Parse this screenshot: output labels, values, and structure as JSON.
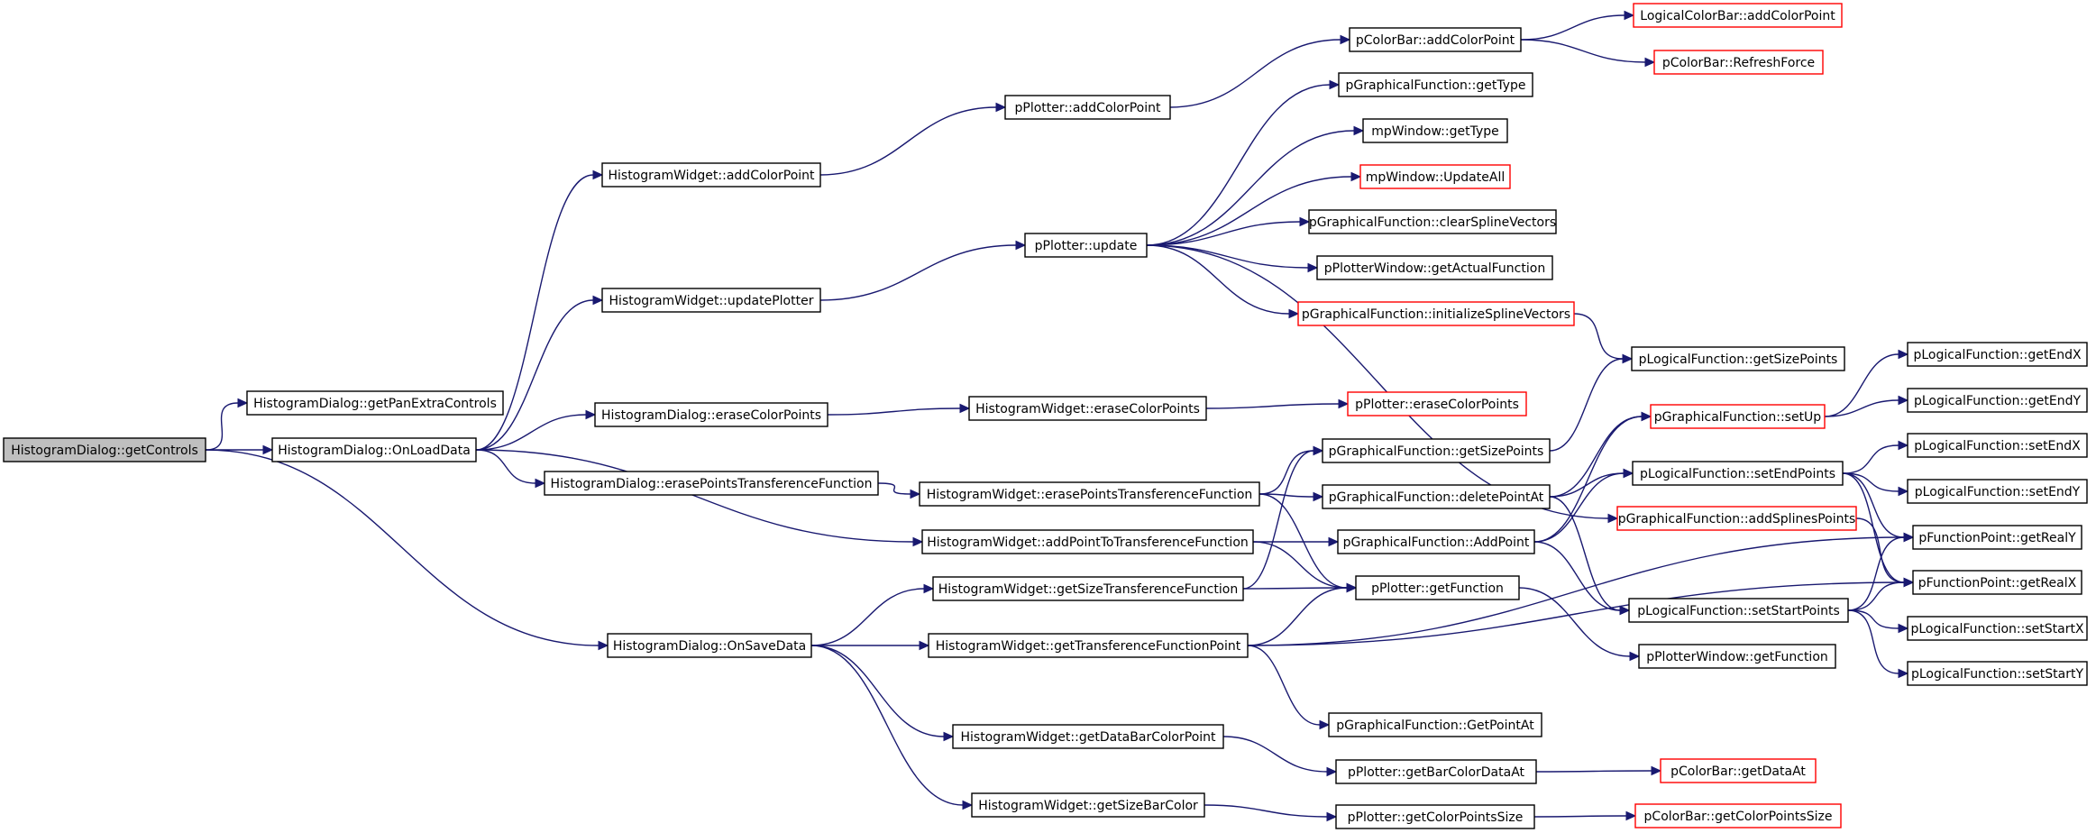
{
  "colors": {
    "edge": "#191970",
    "root_fill": "#bfbfbf",
    "normal_border": "#000000",
    "external_border": "#ff0000",
    "background": "#ffffff"
  },
  "graph": {
    "nodes": [
      {
        "id": "getControls",
        "label": "HistogramDialog::getControls",
        "kind": "root"
      },
      {
        "id": "getPanExtraControls",
        "label": "HistogramDialog::getPanExtraControls",
        "kind": "normal"
      },
      {
        "id": "OnLoadData",
        "label": "HistogramDialog::OnLoadData",
        "kind": "normal"
      },
      {
        "id": "OnSaveData",
        "label": "HistogramDialog::OnSaveData",
        "kind": "normal"
      },
      {
        "id": "hw_addColorPoint",
        "label": "HistogramWidget::addColorPoint",
        "kind": "normal"
      },
      {
        "id": "hw_updatePlotter",
        "label": "HistogramWidget::updatePlotter",
        "kind": "normal"
      },
      {
        "id": "hd_eraseColorPoints",
        "label": "HistogramDialog::eraseColorPoints",
        "kind": "normal"
      },
      {
        "id": "hd_erasePointsTF",
        "label": "HistogramDialog::erasePointsTransferenceFunction",
        "kind": "normal"
      },
      {
        "id": "pp_addColorPoint",
        "label": "pPlotter::addColorPoint",
        "kind": "normal"
      },
      {
        "id": "pp_update",
        "label": "pPlotter::update",
        "kind": "normal"
      },
      {
        "id": "hw_eraseColorPoints",
        "label": "HistogramWidget::eraseColorPoints",
        "kind": "normal"
      },
      {
        "id": "hw_erasePointsTF",
        "label": "HistogramWidget::erasePointsTransferenceFunction",
        "kind": "normal"
      },
      {
        "id": "hw_addPointToTF",
        "label": "HistogramWidget::addPointToTransferenceFunction",
        "kind": "normal"
      },
      {
        "id": "hw_getSizeTF",
        "label": "HistogramWidget::getSizeTransferenceFunction",
        "kind": "normal"
      },
      {
        "id": "hw_getTFPoint",
        "label": "HistogramWidget::getTransferenceFunctionPoint",
        "kind": "normal"
      },
      {
        "id": "hw_getDataBarColorPoint",
        "label": "HistogramWidget::getDataBarColorPoint",
        "kind": "normal"
      },
      {
        "id": "hw_getSizeBarColor",
        "label": "HistogramWidget::getSizeBarColor",
        "kind": "normal"
      },
      {
        "id": "pcb_addColorPoint",
        "label": "pColorBar::addColorPoint",
        "kind": "normal"
      },
      {
        "id": "pgf_getType",
        "label": "pGraphicalFunction::getType",
        "kind": "normal"
      },
      {
        "id": "mpw_getType",
        "label": "mpWindow::getType",
        "kind": "normal"
      },
      {
        "id": "mpw_UpdateAll",
        "label": "mpWindow::UpdateAll",
        "kind": "external"
      },
      {
        "id": "pgf_clearSpline",
        "label": "pGraphicalFunction::clearSplineVectors",
        "kind": "normal"
      },
      {
        "id": "ppw_getActualFunction",
        "label": "pPlotterWindow::getActualFunction",
        "kind": "normal"
      },
      {
        "id": "pgf_initSpline",
        "label": "pGraphicalFunction::initializeSplineVectors",
        "kind": "external"
      },
      {
        "id": "pp_eraseColorPoints",
        "label": "pPlotter::eraseColorPoints",
        "kind": "external"
      },
      {
        "id": "pgf_getSizePoints",
        "label": "pGraphicalFunction::getSizePoints",
        "kind": "normal"
      },
      {
        "id": "pgf_deletePointAt",
        "label": "pGraphicalFunction::deletePointAt",
        "kind": "normal"
      },
      {
        "id": "pgf_AddPoint",
        "label": "pGraphicalFunction::AddPoint",
        "kind": "normal"
      },
      {
        "id": "pp_getFunction",
        "label": "pPlotter::getFunction",
        "kind": "normal"
      },
      {
        "id": "pgf_GetPointAt",
        "label": "pGraphicalFunction::GetPointAt",
        "kind": "normal"
      },
      {
        "id": "pp_getBarColorDataAt",
        "label": "pPlotter::getBarColorDataAt",
        "kind": "normal"
      },
      {
        "id": "pp_getColorPointsSize",
        "label": "pPlotter::getColorPointsSize",
        "kind": "normal"
      },
      {
        "id": "lcb_addColorPoint",
        "label": "LogicalColorBar::addColorPoint",
        "kind": "external"
      },
      {
        "id": "pcb_RefreshForce",
        "label": "pColorBar::RefreshForce",
        "kind": "external"
      },
      {
        "id": "plf_getSizePoints",
        "label": "pLogicalFunction::getSizePoints",
        "kind": "normal"
      },
      {
        "id": "pgf_setUp",
        "label": "pGraphicalFunction::setUp",
        "kind": "external"
      },
      {
        "id": "plf_setEndPoints",
        "label": "pLogicalFunction::setEndPoints",
        "kind": "normal"
      },
      {
        "id": "pgf_addSplinesPoints",
        "label": "pGraphicalFunction::addSplinesPoints",
        "kind": "external"
      },
      {
        "id": "plf_setStartPoints",
        "label": "pLogicalFunction::setStartPoints",
        "kind": "normal"
      },
      {
        "id": "ppw_getFunction",
        "label": "pPlotterWindow::getFunction",
        "kind": "normal"
      },
      {
        "id": "pcb_getDataAt",
        "label": "pColorBar::getDataAt",
        "kind": "external"
      },
      {
        "id": "pcb_getColorPointsSize",
        "label": "pColorBar::getColorPointsSize",
        "kind": "external"
      },
      {
        "id": "plf_getEndX",
        "label": "pLogicalFunction::getEndX",
        "kind": "normal"
      },
      {
        "id": "plf_getEndY",
        "label": "pLogicalFunction::getEndY",
        "kind": "normal"
      },
      {
        "id": "plf_setEndX",
        "label": "pLogicalFunction::setEndX",
        "kind": "normal"
      },
      {
        "id": "plf_setEndY",
        "label": "pLogicalFunction::setEndY",
        "kind": "normal"
      },
      {
        "id": "pfp_getRealY",
        "label": "pFunctionPoint::getRealY",
        "kind": "normal"
      },
      {
        "id": "pfp_getRealX",
        "label": "pFunctionPoint::getRealX",
        "kind": "normal"
      },
      {
        "id": "plf_setStartX",
        "label": "pLogicalFunction::setStartX",
        "kind": "normal"
      },
      {
        "id": "plf_setStartY",
        "label": "pLogicalFunction::setStartY",
        "kind": "normal"
      }
    ],
    "edges": [
      [
        "getControls",
        "getPanExtraControls"
      ],
      [
        "getControls",
        "OnLoadData"
      ],
      [
        "getControls",
        "OnSaveData"
      ],
      [
        "OnLoadData",
        "hw_addColorPoint"
      ],
      [
        "OnLoadData",
        "hw_updatePlotter"
      ],
      [
        "OnLoadData",
        "hd_eraseColorPoints"
      ],
      [
        "OnLoadData",
        "hd_erasePointsTF"
      ],
      [
        "OnLoadData",
        "hw_addPointToTF"
      ],
      [
        "hw_addColorPoint",
        "pp_addColorPoint"
      ],
      [
        "hw_updatePlotter",
        "pp_update"
      ],
      [
        "hd_eraseColorPoints",
        "hw_eraseColorPoints"
      ],
      [
        "hd_erasePointsTF",
        "hw_erasePointsTF"
      ],
      [
        "pp_addColorPoint",
        "pcb_addColorPoint"
      ],
      [
        "pcb_addColorPoint",
        "lcb_addColorPoint"
      ],
      [
        "pcb_addColorPoint",
        "pcb_RefreshForce"
      ],
      [
        "pp_update",
        "pgf_getType"
      ],
      [
        "pp_update",
        "mpw_getType"
      ],
      [
        "pp_update",
        "mpw_UpdateAll"
      ],
      [
        "pp_update",
        "pgf_clearSpline"
      ],
      [
        "pp_update",
        "ppw_getActualFunction"
      ],
      [
        "pp_update",
        "pgf_initSpline"
      ],
      [
        "pp_update",
        "pgf_addSplinesPoints"
      ],
      [
        "pgf_initSpline",
        "plf_getSizePoints"
      ],
      [
        "hw_eraseColorPoints",
        "pp_eraseColorPoints"
      ],
      [
        "hw_erasePointsTF",
        "pgf_getSizePoints"
      ],
      [
        "hw_erasePointsTF",
        "pgf_deletePointAt"
      ],
      [
        "hw_erasePointsTF",
        "pp_getFunction"
      ],
      [
        "hw_addPointToTF",
        "pgf_AddPoint"
      ],
      [
        "hw_addPointToTF",
        "pp_getFunction"
      ],
      [
        "hw_getSizeTF",
        "pgf_getSizePoints"
      ],
      [
        "hw_getSizeTF",
        "pp_getFunction"
      ],
      [
        "pgf_getSizePoints",
        "plf_getSizePoints"
      ],
      [
        "pgf_deletePointAt",
        "pgf_setUp"
      ],
      [
        "pgf_deletePointAt",
        "plf_setEndPoints"
      ],
      [
        "pgf_deletePointAt",
        "plf_setStartPoints"
      ],
      [
        "pgf_AddPoint",
        "pgf_setUp"
      ],
      [
        "pgf_AddPoint",
        "plf_setEndPoints"
      ],
      [
        "pgf_AddPoint",
        "plf_setStartPoints"
      ],
      [
        "pgf_setUp",
        "plf_getEndX"
      ],
      [
        "pgf_setUp",
        "plf_getEndY"
      ],
      [
        "plf_setEndPoints",
        "plf_setEndX"
      ],
      [
        "plf_setEndPoints",
        "plf_setEndY"
      ],
      [
        "plf_setEndPoints",
        "pfp_getRealY"
      ],
      [
        "plf_setEndPoints",
        "pfp_getRealX"
      ],
      [
        "pgf_addSplinesPoints",
        "pfp_getRealX"
      ],
      [
        "plf_setStartPoints",
        "pfp_getRealY"
      ],
      [
        "plf_setStartPoints",
        "pfp_getRealX"
      ],
      [
        "plf_setStartPoints",
        "plf_setStartX"
      ],
      [
        "plf_setStartPoints",
        "plf_setStartY"
      ],
      [
        "pp_getFunction",
        "ppw_getFunction"
      ],
      [
        "OnSaveData",
        "hw_getSizeTF"
      ],
      [
        "OnSaveData",
        "hw_getTFPoint"
      ],
      [
        "OnSaveData",
        "hw_getDataBarColorPoint"
      ],
      [
        "OnSaveData",
        "hw_getSizeBarColor"
      ],
      [
        "hw_getTFPoint",
        "pp_getFunction"
      ],
      [
        "hw_getTFPoint",
        "pgf_GetPointAt"
      ],
      [
        "hw_getTFPoint",
        "pfp_getRealY"
      ],
      [
        "hw_getTFPoint",
        "pfp_getRealX"
      ],
      [
        "hw_getDataBarColorPoint",
        "pp_getBarColorDataAt"
      ],
      [
        "hw_getSizeBarColor",
        "pp_getColorPointsSize"
      ],
      [
        "pp_getBarColorDataAt",
        "pcb_getDataAt"
      ],
      [
        "pp_getColorPointsSize",
        "pcb_getColorPointsSize"
      ]
    ]
  }
}
